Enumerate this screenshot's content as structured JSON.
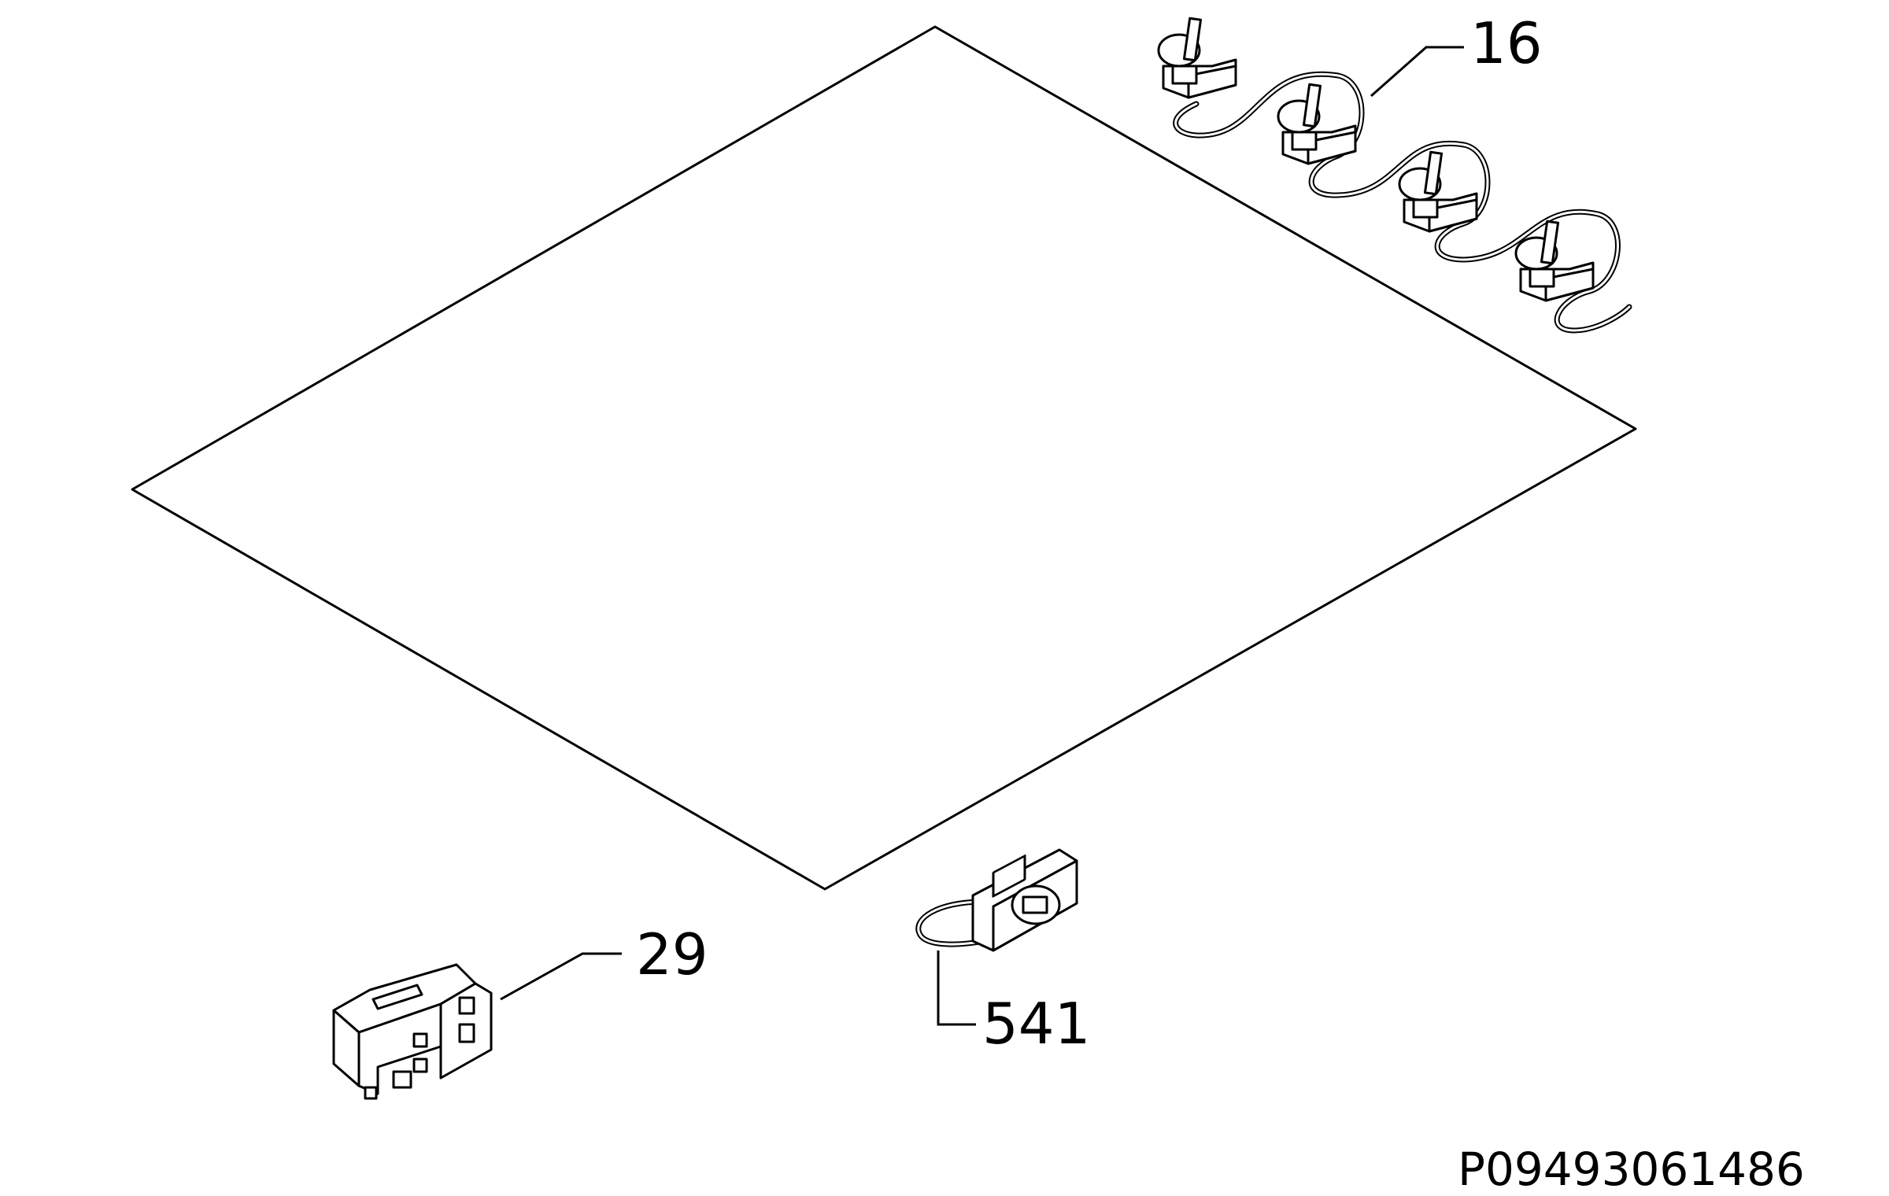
{
  "diagram": {
    "reference_code": "P09493061486",
    "callouts": [
      {
        "id": "16",
        "label": "16",
        "part": "sensor-harness"
      },
      {
        "id": "29",
        "label": "29",
        "part": "relay-block"
      },
      {
        "id": "541",
        "label": "541",
        "part": "connector-clip"
      }
    ]
  },
  "colors": {
    "line": "#000000",
    "background": "#ffffff"
  }
}
